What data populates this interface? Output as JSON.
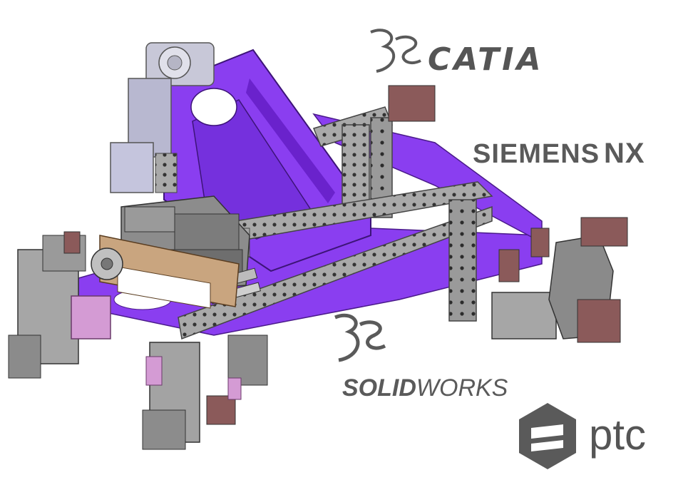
{
  "logos": {
    "catia": "CATIA",
    "siemens": "SIEMENS",
    "nx": "NX",
    "solid": "SOLID",
    "works": "WORKS",
    "ptc": "ptc"
  },
  "colors": {
    "plate": "#8a3ef0",
    "plate_dark": "#6a22cc",
    "steel": "#a5a5a5",
    "steel_dark": "#7f7f7f",
    "pink": "#d49bd4",
    "brown": "#8b5a5a",
    "tan": "#c9a57f",
    "logo_gray": "#5b5b5b"
  }
}
